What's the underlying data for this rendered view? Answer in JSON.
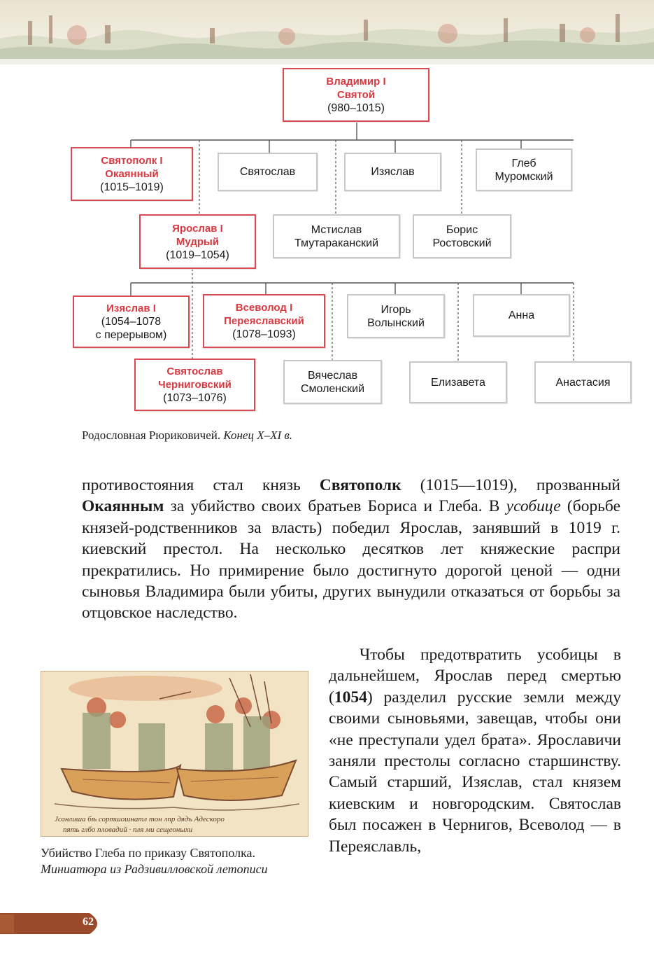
{
  "tree": {
    "vladimir": {
      "name_lines": [
        "Владимир I",
        "Святой"
      ],
      "dates": "(980–1015)"
    },
    "gen2": [
      {
        "key": "svyatopolk",
        "name_lines": [
          "Святополк I",
          "Окаянный"
        ],
        "dates": "(1015–1019)"
      },
      {
        "key": "svyatoslav",
        "plain": "Святослав"
      },
      {
        "key": "izyaslav",
        "plain": "Изяслав"
      },
      {
        "key": "gleb",
        "plain_lines": [
          "Глеб",
          "Муромский"
        ]
      }
    ],
    "gen2b": [
      {
        "key": "yaroslav",
        "name_lines": [
          "Ярослав I",
          "Мудрый"
        ],
        "dates": "(1019–1054)"
      },
      {
        "key": "mstislav",
        "plain_lines": [
          "Мстислав",
          "Тмутараканский"
        ]
      },
      {
        "key": "boris",
        "plain_lines": [
          "Борис",
          "Ростовский"
        ]
      }
    ],
    "gen3": [
      {
        "key": "izyaslav1",
        "name_lines": [
          "Изяслав I"
        ],
        "dates_lines": [
          "(1054–1078",
          "с перерывом)"
        ]
      },
      {
        "key": "vsevolod",
        "name_lines": [
          "Всеволод I",
          "Переяславский"
        ],
        "dates": "(1078–1093)"
      },
      {
        "key": "igor",
        "plain_lines": [
          "Игорь",
          "Волынский"
        ]
      },
      {
        "key": "anna",
        "plain": "Анна"
      }
    ],
    "gen3b": [
      {
        "key": "svyatoslav2",
        "name_lines": [
          "Святослав",
          "Черниговский"
        ],
        "dates": "(1073–1076)"
      },
      {
        "key": "vyacheslav",
        "plain_lines": [
          "Вячеслав",
          "Смоленский"
        ]
      },
      {
        "key": "elizaveta",
        "plain": "Елизавета"
      },
      {
        "key": "anastasia",
        "plain": "Анастасия"
      }
    ]
  },
  "caption1": {
    "normal": "Родословная Рюриковичей. ",
    "italic": "Конец X–XI в."
  },
  "text": {
    "p1": [
      {
        "t": "противостояния стал князь "
      },
      {
        "b": "Святополк"
      },
      {
        "t": " (1015—1019), прозванный "
      },
      {
        "b": "Окаянным"
      },
      {
        "t": " за убийство своих братьев Бориса и Глеба. В "
      },
      {
        "i": "усобице"
      },
      {
        "t": " (борьбе князей-родственников за власть) победил Ярослав, занявший в 1019 г. киевский престол. На несколько десятков лет княжеские распри прекратились. Но примирение было достигнуто дорогой ценой — одни сыновья Владимира были убиты, других вынудили отказаться от борьбы за отцовское наследство."
      }
    ],
    "p2": [
      {
        "t": "Чтобы предотвратить усобицы в дальнейшем, Ярослав перед смертью ("
      },
      {
        "b": "1054"
      },
      {
        "t": ") разделил русские земли между своими сыновьями, завещав, чтобы они «не преступали удел брата». Ярославичи заняли престолы согласно старшинству. Самый старший, Изяслав, стал князем киевским и новгородским. Святослав был посажен в Чернигов, Всеволод — в Переяславль,"
      }
    ]
  },
  "caption2": {
    "normal": "Убийство Глеба по приказу Святополка. ",
    "italic": "Миниатюра из Радзивилловской летописи"
  },
  "miniature": {
    "inscription_lines": [
      "Jсанлиша бѣ сортшошнатл тон лпр дядъ Адескоро",
      "пять глбо пловадий · пля ми сещеоныхи"
    ]
  },
  "page_number": "62",
  "colors": {
    "red_text": "#d8383f",
    "red_border": "#d94a52",
    "page_tab": "#9a4a2a"
  }
}
